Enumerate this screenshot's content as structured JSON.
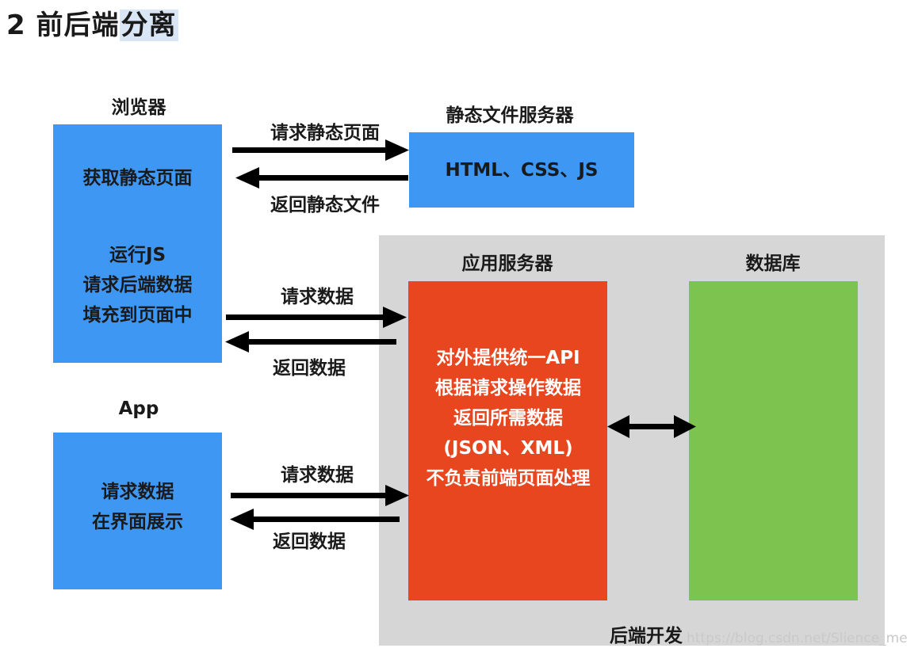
{
  "title": {
    "prefix": "2 前后端",
    "highlight": "分离"
  },
  "browser": {
    "label": "浏览器",
    "step1": "获取静态页面",
    "step2_lines": [
      "运行JS",
      "请求后端数据",
      "填充到页面中"
    ]
  },
  "static_server": {
    "label": "静态文件服务器",
    "content": "HTML、CSS、JS"
  },
  "static_arrows": {
    "request": "请求静态页面",
    "response": "返回静态文件"
  },
  "app_server": {
    "label": "应用服务器",
    "lines": [
      "对外提供统一API",
      "根据请求操作数据",
      "返回所需数据",
      "(JSON、XML)",
      "不负责前端页面处理"
    ]
  },
  "database": {
    "label": "数据库"
  },
  "browser_arrows": {
    "request": "请求数据",
    "response": "返回数据"
  },
  "app": {
    "label": "App",
    "lines": [
      "请求数据",
      "在界面展示"
    ]
  },
  "app_arrows": {
    "request": "请求数据",
    "response": "返回数据"
  },
  "backend": {
    "label": "后端开发"
  },
  "watermark": "https://blog.csdn.net/Slience_me",
  "colors": {
    "client_box": "#3e97f3",
    "app_server_box": "#e8461f",
    "database_box": "#7cc44f",
    "backend_panel": "#d6d6d6"
  }
}
